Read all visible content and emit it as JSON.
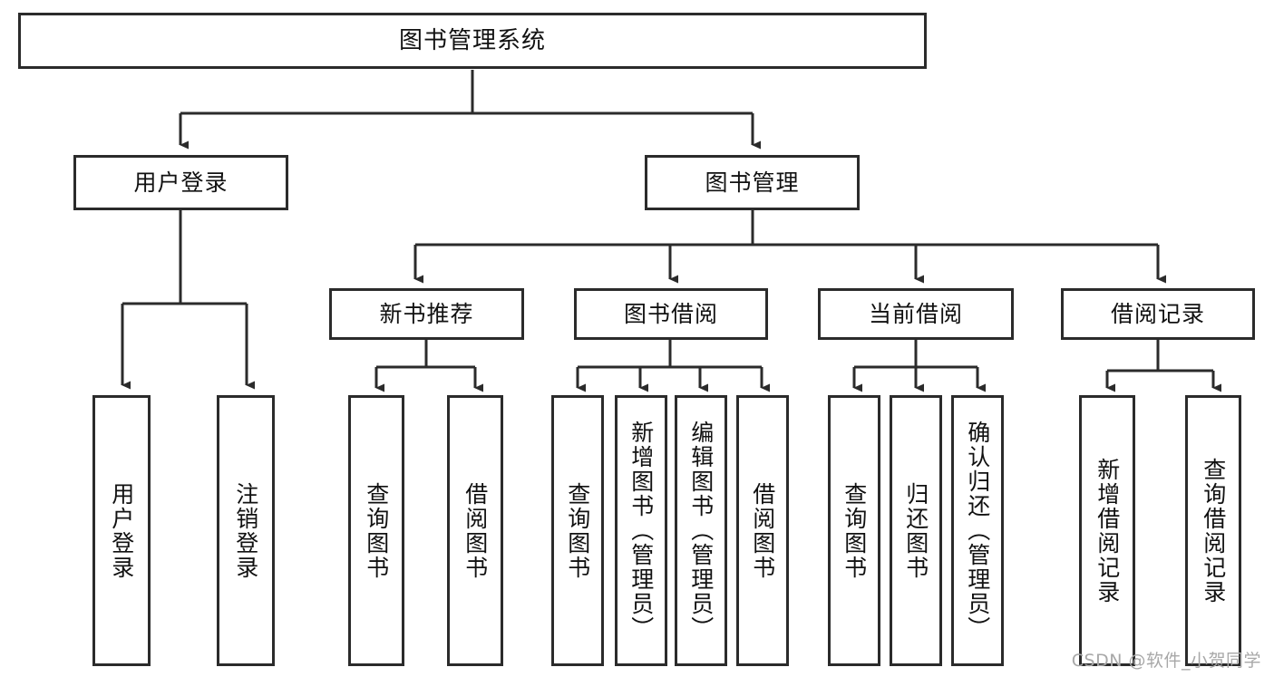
{
  "diagram": {
    "title": "图书管理系统",
    "type": "tree-hierarchy-chart",
    "colors": {
      "border": "#2b2b2b",
      "background": "#ffffff",
      "text": "#111111",
      "watermark": "#a8a8a8"
    },
    "root": {
      "id": "root",
      "label": "图书管理系统",
      "orientation": "horizontal"
    },
    "level2": [
      {
        "id": "user-login",
        "label": "用户登录",
        "orientation": "horizontal"
      },
      {
        "id": "book-manage",
        "label": "图书管理",
        "orientation": "horizontal"
      }
    ],
    "level3": [
      {
        "id": "new-book-recommend",
        "label": "新书推荐",
        "orientation": "horizontal",
        "parent": "book-manage"
      },
      {
        "id": "book-borrow",
        "label": "图书借阅",
        "orientation": "horizontal",
        "parent": "book-manage"
      },
      {
        "id": "current-borrow",
        "label": "当前借阅",
        "orientation": "horizontal",
        "parent": "book-manage"
      },
      {
        "id": "borrow-record",
        "label": "借阅记录",
        "orientation": "horizontal",
        "parent": "book-manage"
      }
    ],
    "leaves": [
      {
        "id": "leaf-user-login",
        "label": "用户登录",
        "parent": "user-login",
        "orientation": "vertical"
      },
      {
        "id": "leaf-user-logout",
        "label": "注销登录",
        "parent": "user-login",
        "orientation": "vertical"
      },
      {
        "id": "leaf-query-book-1",
        "label": "查询图书",
        "parent": "new-book-recommend",
        "orientation": "vertical"
      },
      {
        "id": "leaf-borrow-book-1",
        "label": "借阅图书",
        "parent": "new-book-recommend",
        "orientation": "vertical"
      },
      {
        "id": "leaf-query-book-2",
        "label": "查询图书",
        "parent": "book-borrow",
        "orientation": "vertical"
      },
      {
        "id": "leaf-add-book",
        "label": "新增图书（管理员）",
        "parent": "book-borrow",
        "orientation": "vertical"
      },
      {
        "id": "leaf-edit-book",
        "label": "编辑图书（管理员）",
        "parent": "book-borrow",
        "orientation": "vertical"
      },
      {
        "id": "leaf-borrow-book-2",
        "label": "借阅图书",
        "parent": "book-borrow",
        "orientation": "vertical"
      },
      {
        "id": "leaf-query-book-3",
        "label": "查询图书",
        "parent": "current-borrow",
        "orientation": "vertical"
      },
      {
        "id": "leaf-return-book",
        "label": "归还图书",
        "parent": "current-borrow",
        "orientation": "vertical"
      },
      {
        "id": "leaf-confirm-return",
        "label": "确认归还（管理员）",
        "parent": "current-borrow",
        "orientation": "vertical"
      },
      {
        "id": "leaf-add-record",
        "label": "新增借阅记录",
        "parent": "borrow-record",
        "orientation": "vertical"
      },
      {
        "id": "leaf-query-record",
        "label": "查询借阅记录",
        "parent": "borrow-record",
        "orientation": "vertical"
      }
    ],
    "watermark": "CSDN @软件_小贺同学"
  }
}
